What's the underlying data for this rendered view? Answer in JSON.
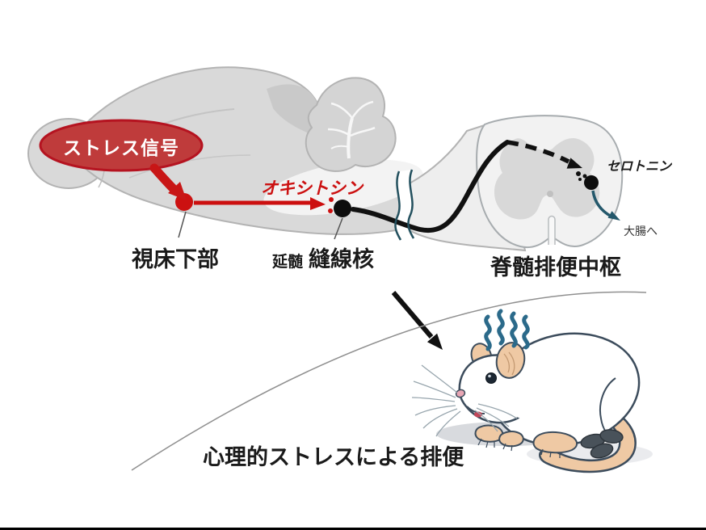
{
  "diagram": {
    "title": "stress-defecation-pathway-figure",
    "labels": {
      "stress_signal": "ストレス信号",
      "oxytocin": "オキシトシン",
      "hypothalamus": "視床下部",
      "medulla": "延髄",
      "raphe_nucleus": "縫線核",
      "serotonin": "セロトニン",
      "to_large_intestine": "大腸へ",
      "spinal_defecation_center": "脊髄排便中枢",
      "caption": "心理的ストレスによる排便"
    },
    "colors": {
      "stress_ellipse_red": "#bf3b3b",
      "stress_ellipse_border": "#b51320",
      "signal_red": "#cc1111",
      "pathway_black": "#111111",
      "serotonin_teal": "#24586b",
      "break_mark_teal": "#23505e",
      "stress_squiggle_blue": "#2b6a8a",
      "brain_gray": "#d9d9d9",
      "cord_gray": "#f2f2f2",
      "gray_matter": "#d8d8d8",
      "mouse_outline": "#3c4c5c",
      "mouse_skin": "#efc9a4",
      "pellet_gray": "#49525a",
      "ground_arc_gray": "#909090"
    }
  }
}
